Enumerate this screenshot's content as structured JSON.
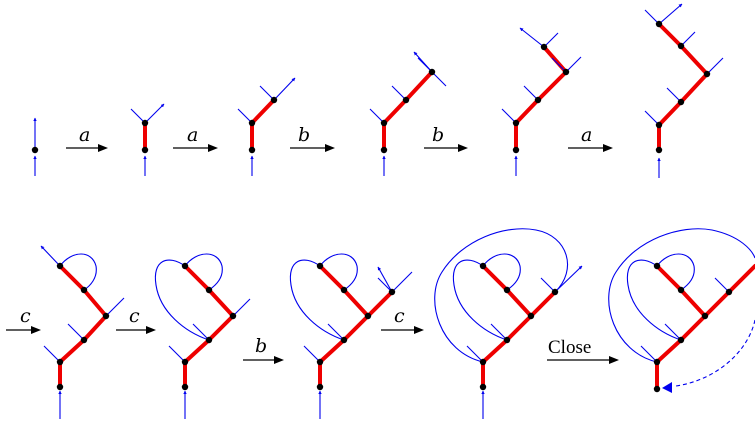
{
  "diagram": {
    "arrow_labels": {
      "row1": [
        "a",
        "a",
        "b",
        "b",
        "a"
      ],
      "row2": [
        "c",
        "c",
        "b",
        "c",
        "Close"
      ]
    },
    "colors": {
      "trunk": "#ee0000",
      "edges": "#0000ee",
      "nodes": "#000000"
    }
  }
}
